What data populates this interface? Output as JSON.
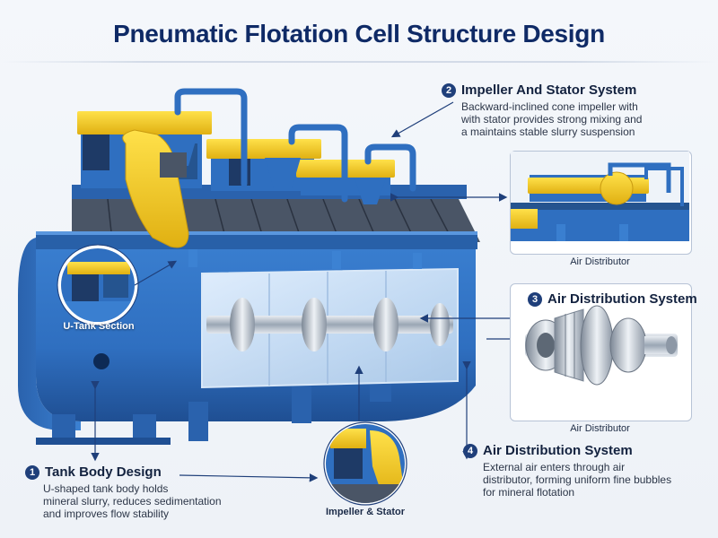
{
  "title": "Pneumatic Flotation Cell Structure Design",
  "callouts": [
    {
      "number": "2",
      "heading": "Impeller And Stator System",
      "lines": [
        "Backward-inclined cone impeller with",
        "with stator provides strong mixing and",
        "a maintains stable slurry suspension"
      ]
    },
    {
      "number": "3",
      "heading": "Air Distribution System",
      "lines": []
    },
    {
      "number": "4",
      "heading": "Air Distribution System",
      "lines": [
        "External air enters through air",
        "distributor, forming uniform fine bubbles",
        "for mineral flotation"
      ]
    },
    {
      "number": "1",
      "heading": "Tank Body Design",
      "lines": [
        "U-shaped tank body holds",
        "mineral slurry, reduces sedimentation",
        "and improves flow stability"
      ]
    }
  ],
  "panels": {
    "top_right_label": "Air Distributor",
    "middle_right_label": "Air Distributor"
  },
  "circles": {
    "utank_label": "U-Tank Section",
    "impeller_label": "Impeller & Stator"
  },
  "colors": {
    "machine_blue": "#2f6fc0",
    "machine_dark_blue": "#1f4f93",
    "accent_yellow": "#f2c81e",
    "title_navy": "#0f2a66"
  }
}
